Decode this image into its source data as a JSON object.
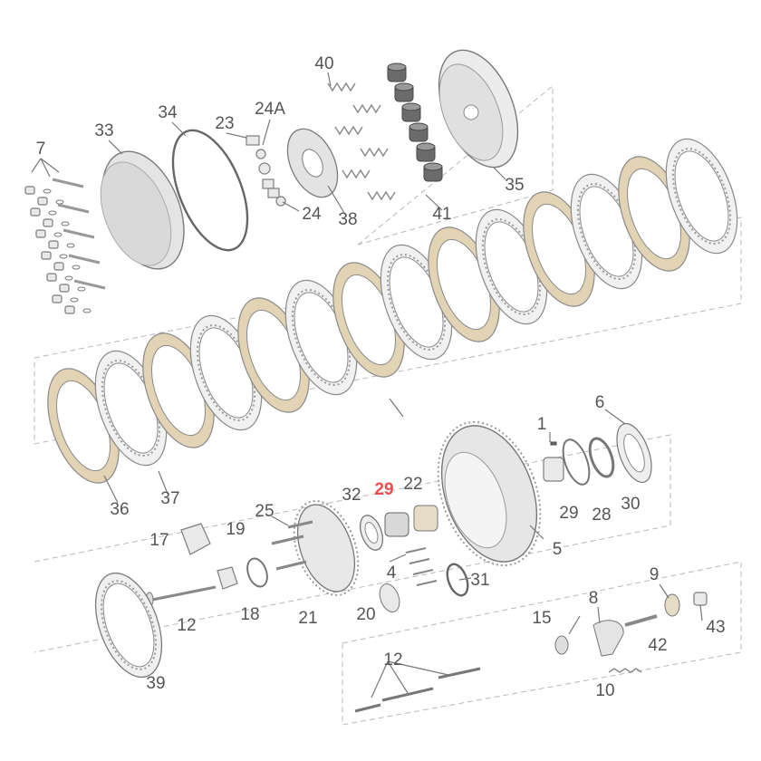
{
  "chart_data": {
    "type": "exploded-parts-diagram",
    "subject": "clutch assembly",
    "callouts": [
      {
        "label": "40",
        "highlight": false
      },
      {
        "label": "7",
        "highlight": false
      },
      {
        "label": "33",
        "highlight": false
      },
      {
        "label": "34",
        "highlight": false
      },
      {
        "label": "23",
        "highlight": false
      },
      {
        "label": "24A",
        "highlight": false
      },
      {
        "label": "24",
        "highlight": false
      },
      {
        "label": "38",
        "highlight": false
      },
      {
        "label": "41",
        "highlight": false
      },
      {
        "label": "35",
        "highlight": false
      },
      {
        "label": "36",
        "highlight": false
      },
      {
        "label": "37",
        "highlight": false
      },
      {
        "label": "1",
        "highlight": false
      },
      {
        "label": "6",
        "highlight": false
      },
      {
        "label": "32",
        "highlight": false
      },
      {
        "label": "29",
        "highlight": true
      },
      {
        "label": "22",
        "highlight": false
      },
      {
        "label": "29",
        "highlight": false
      },
      {
        "label": "28",
        "highlight": false
      },
      {
        "label": "30",
        "highlight": false
      },
      {
        "label": "5",
        "highlight": false
      },
      {
        "label": "25",
        "highlight": false
      },
      {
        "label": "17",
        "highlight": false
      },
      {
        "label": "19",
        "highlight": false
      },
      {
        "label": "4",
        "highlight": false
      },
      {
        "label": "31",
        "highlight": false
      },
      {
        "label": "12",
        "highlight": false
      },
      {
        "label": "18",
        "highlight": false
      },
      {
        "label": "21",
        "highlight": false
      },
      {
        "label": "20",
        "highlight": false
      },
      {
        "label": "9",
        "highlight": false
      },
      {
        "label": "8",
        "highlight": false
      },
      {
        "label": "15",
        "highlight": false
      },
      {
        "label": "43",
        "highlight": false
      },
      {
        "label": "42",
        "highlight": false
      },
      {
        "label": "39",
        "highlight": false
      },
      {
        "label": "12",
        "highlight": false
      },
      {
        "label": "10",
        "highlight": false
      }
    ],
    "colors": {
      "highlight": "#e8504f",
      "label": "#555555",
      "friction_plate": "#e1d3b4",
      "steel_plate": "#f1f1f1"
    }
  }
}
